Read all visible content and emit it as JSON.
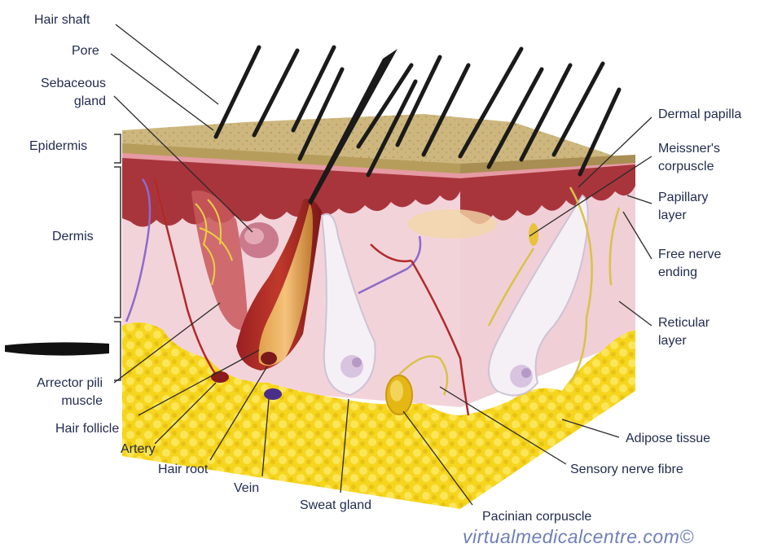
{
  "labels": {
    "hair_shaft": "Hair shaft",
    "pore": "Pore",
    "sebaceous_gland": "Sebaceous\ngland",
    "epidermis": "Epidermis",
    "dermis": "Dermis",
    "arrector_pili_muscle": "Arrector pili\nmuscle",
    "hair_follicle": "Hair follicle",
    "artery": "Artery",
    "hair_root": "Hair root",
    "vein": "Vein",
    "sweat_gland": "Sweat gland",
    "pacinian_corpuscle": "Pacinian corpuscle",
    "dermal_papilla": "Dermal papilla",
    "meissners_corpuscle": "Meissner's\ncorpuscle",
    "papillary_layer": "Papillary\nlayer",
    "free_nerve_ending": "Free nerve\nending",
    "reticular_layer": "Reticular\nlayer",
    "adipose_tissue": "Adipose tissue",
    "sensory_nerve_fibre": "Sensory nerve fibre"
  },
  "watermark": "virtualmedicalcentre.com©",
  "colors": {
    "label_text": "#1f2a4d",
    "epidermis": "#cdb57a",
    "dermis": "#f4d6dc",
    "adipose": "#f4d21a",
    "papillary": "#a8323a",
    "hair": "#1a1a1a",
    "nerve": "#d9c24a",
    "vein": "#7a5cc0",
    "artery": "#b02a2a"
  }
}
